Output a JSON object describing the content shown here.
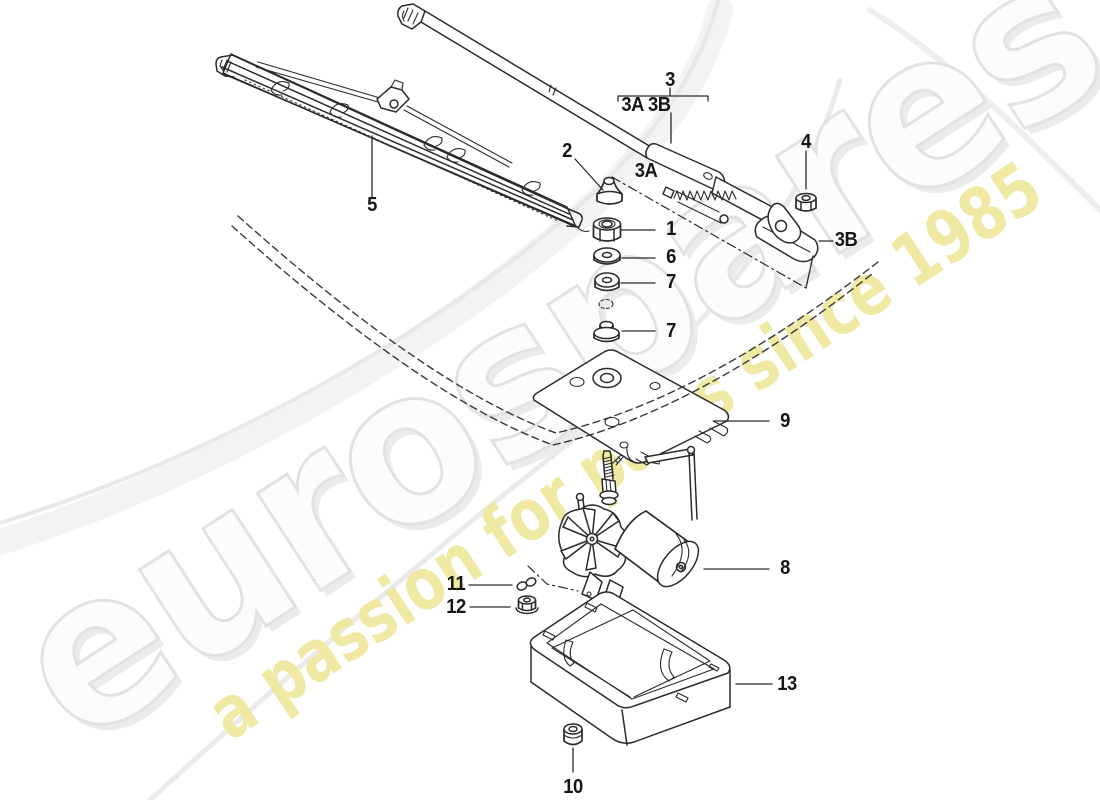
{
  "watermark": {
    "brand": "eurospares",
    "tagline": "a passion for parts since 1985",
    "brand_outline_color": "#e2e2e2",
    "tagline_color": "#efe8a0"
  },
  "diagram": {
    "line_color": "#2b2b2b",
    "callouts": {
      "blade": "5",
      "arm_group": "3",
      "arm_subgroup": "3A 3B",
      "cap": "2",
      "spring": "3A",
      "arm_nut": "4",
      "shaft_nut": "1",
      "washer": "6",
      "grommet_upper": "7",
      "grommet_lower": "7",
      "pivot_shoe": "3B",
      "mounting_plate": "9",
      "wiper_motor": "8",
      "spring_washer": "11",
      "motor_nut": "12",
      "housing_tray": "13",
      "tray_grommet": "10"
    }
  }
}
